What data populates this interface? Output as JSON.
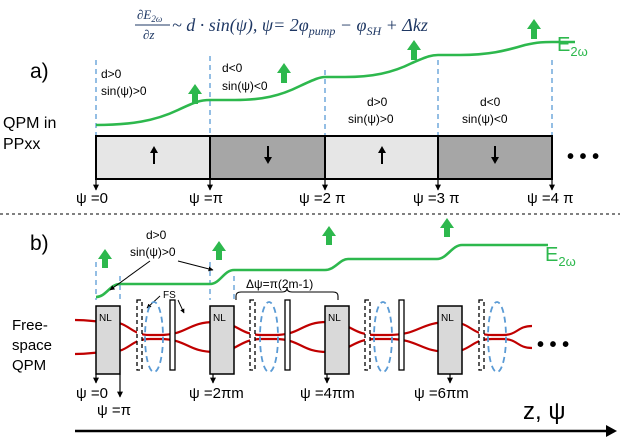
{
  "equation": {
    "numerator": "∂E",
    "numerator_sub": "2ω",
    "denominator": "∂z",
    "rhs_1": " ~ d · sin(ψ), ψ= 2φ",
    "rhs_sub_1": "pump",
    "rhs_2": " − φ",
    "rhs_sub_2": "SH",
    "rhs_3": " + Δkz"
  },
  "panel_a": {
    "label": "a)",
    "side_label_line1": "QPM in",
    "side_label_line2": "PPxx",
    "output_label": "E",
    "output_sub": "2ω",
    "regions": [
      {
        "line1": "d>0",
        "line2": "sin(ψ)>0"
      },
      {
        "line1": "d<0",
        "line2": "sin(ψ)<0"
      },
      {
        "line1": "d>0",
        "line2": "sin(ψ)>0"
      },
      {
        "line1": "d<0",
        "line2": "sin(ψ)<0"
      }
    ],
    "domains": [
      {
        "direction": "up",
        "fill": "#e6e6e6"
      },
      {
        "direction": "down",
        "fill": "#a6a6a6"
      },
      {
        "direction": "up",
        "fill": "#e6e6e6"
      },
      {
        "direction": "down",
        "fill": "#a6a6a6"
      }
    ],
    "continuation": "• • •",
    "ticks": [
      "ψ =0",
      "ψ =π",
      "ψ =2 π",
      "ψ =3 π",
      "ψ =4 π"
    ]
  },
  "panel_b": {
    "label": "b)",
    "side_label_line1": "Free-",
    "side_label_line2": "space",
    "side_label_line3": "QPM",
    "callout_line1": "d>0",
    "callout_line2": "sin(ψ)>0",
    "fs_label": "FS",
    "bracket_label": "Δψ=π(2m-1)",
    "output_label": "E",
    "output_sub": "2ω",
    "nl_label": "NL",
    "continuation": "• • •",
    "ticks": [
      "ψ =0",
      "ψ =π",
      "ψ =2πm",
      "ψ =4πm",
      "ψ =6πm"
    ],
    "axis_label": "z, ψ"
  },
  "colors": {
    "field_green": "#2db84d",
    "beam_red": "#c00000",
    "guide_blue": "#5b9bd5",
    "equation_navy": "#1f3864"
  }
}
